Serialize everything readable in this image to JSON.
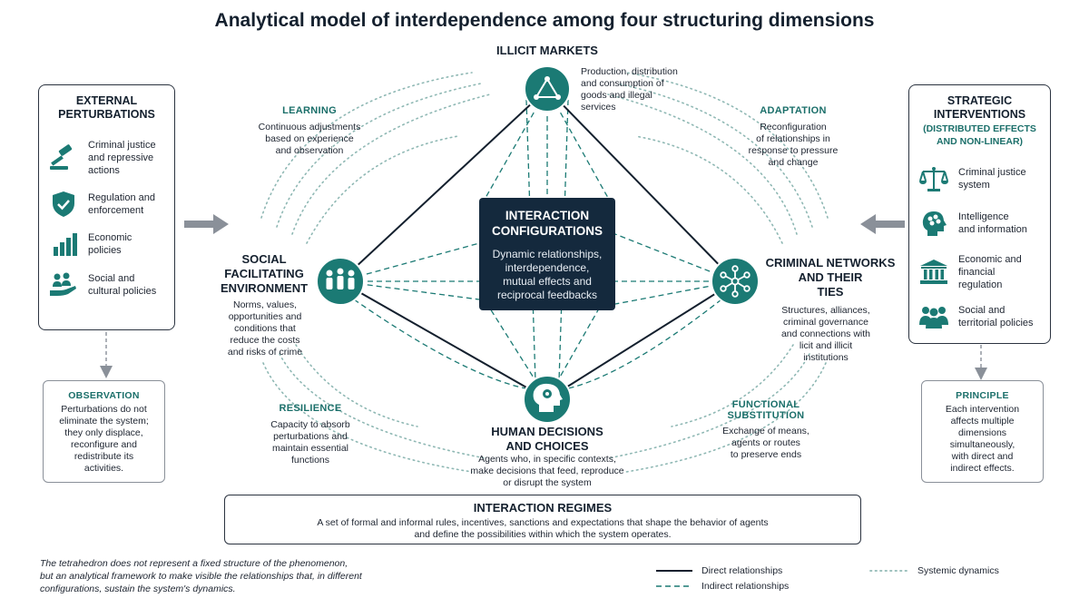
{
  "title": "Analytical model of interdependence among four structuring dimensions",
  "nodes": {
    "illicit_markets": {
      "title": "ILLICIT MARKETS",
      "desc": [
        "Production, distribution",
        "and consumption of",
        "goods and illegal",
        "services"
      ]
    },
    "social_environment": {
      "title": [
        "SOCIAL",
        "FACILITATING",
        "ENVIRONMENT"
      ],
      "desc": [
        "Norms, values,",
        "opportunities and",
        "conditions that",
        "reduce the costs",
        "and risks of crime"
      ]
    },
    "criminal_networks": {
      "title": [
        "CRIMINAL NETWORKS",
        "AND THEIR",
        "TIES"
      ],
      "desc": [
        "Structures, alliances,",
        "criminal governance",
        "and connections with",
        "licit and illicit",
        "institutions"
      ]
    },
    "human_decisions": {
      "title": [
        "HUMAN DECISIONS",
        "AND CHOICES"
      ],
      "desc": [
        "Agents who, in specific contexts,",
        "make decisions that feed, reproduce",
        "or disrupt the system"
      ]
    }
  },
  "center": {
    "title": [
      "INTERACTION",
      "CONFIGURATIONS"
    ],
    "text": [
      "Dynamic relationships,",
      "interdependence,",
      "mutual effects and",
      "reciprocal feedbacks"
    ]
  },
  "dynamics": {
    "learning": {
      "title": "LEARNING",
      "desc": [
        "Continuous adjustments",
        "based on experience",
        "and observation"
      ]
    },
    "adaptation": {
      "title": "ADAPTATION",
      "desc": [
        "Reconfiguration",
        "of relationships in",
        "response to pressure",
        "and change"
      ]
    },
    "resilience": {
      "title": "RESILIENCE",
      "desc": [
        "Capacity to absorb",
        "perturbations and",
        "maintain essential",
        "functions"
      ]
    },
    "functional_substitution": {
      "title": [
        "FUNCTIONAL",
        "SUBSTITUTION"
      ],
      "desc": [
        "Exchange of means,",
        "agents or routes",
        "to preserve ends"
      ]
    }
  },
  "external_perturbations": {
    "title": [
      "EXTERNAL",
      "PERTURBATIONS"
    ],
    "items": [
      {
        "icon": "gavel-icon",
        "label": [
          "Criminal justice",
          "and repressive",
          "actions"
        ]
      },
      {
        "icon": "shield-check-icon",
        "label": [
          "Regulation and",
          "enforcement"
        ]
      },
      {
        "icon": "bar-chart-icon",
        "label": [
          "Economic",
          "policies"
        ]
      },
      {
        "icon": "people-hand-icon",
        "label": [
          "Social and",
          "cultural policies"
        ]
      }
    ]
  },
  "strategic_interventions": {
    "title": [
      "STRATEGIC",
      "INTERVENTIONS"
    ],
    "subtitle": [
      "(DISTRIBUTED EFFECTS",
      "AND NON-LINEAR)"
    ],
    "items": [
      {
        "icon": "scales-icon",
        "label": [
          "Criminal justice",
          "system"
        ]
      },
      {
        "icon": "brain-head-icon",
        "label": [
          "Intelligence",
          "and information"
        ]
      },
      {
        "icon": "bank-icon",
        "label": [
          "Economic and",
          "financial",
          "regulation"
        ]
      },
      {
        "icon": "community-icon",
        "label": [
          "Social and",
          "territorial policies"
        ]
      }
    ]
  },
  "observation": {
    "title": "OBSERVATION",
    "text": [
      "Perturbations do not",
      "eliminate the system;",
      "they only displace,",
      "reconfigure and",
      "redistribute its",
      "activities."
    ]
  },
  "principle": {
    "title": "PRINCIPLE",
    "text": [
      "Each intervention",
      "affects multiple",
      "dimensions",
      "simultaneously,",
      "with direct and",
      "indirect effects."
    ]
  },
  "regimes": {
    "title": "INTERACTION REGIMES",
    "text": [
      "A set of formal and informal rules, incentives, sanctions and expectations that shape the behavior of agents",
      "and define the possibilities within which the system operates."
    ]
  },
  "footnote": [
    "The tetrahedron does not represent a fixed structure of the phenomenon,",
    "but an analytical framework to make visible the relationships that, in different",
    "configurations, sustain the system's dynamics."
  ],
  "legend": {
    "direct": "Direct relationships",
    "indirect": "Indirect relationships",
    "systemic": "Systemic dynamics"
  },
  "colors": {
    "teal": "#1b7a74",
    "teal_text": "#1b6f6a",
    "navy": "#14293d",
    "dark_line": "#14202e",
    "dotted": "#8fb8b4",
    "arrow_gray": "#8a9099"
  }
}
